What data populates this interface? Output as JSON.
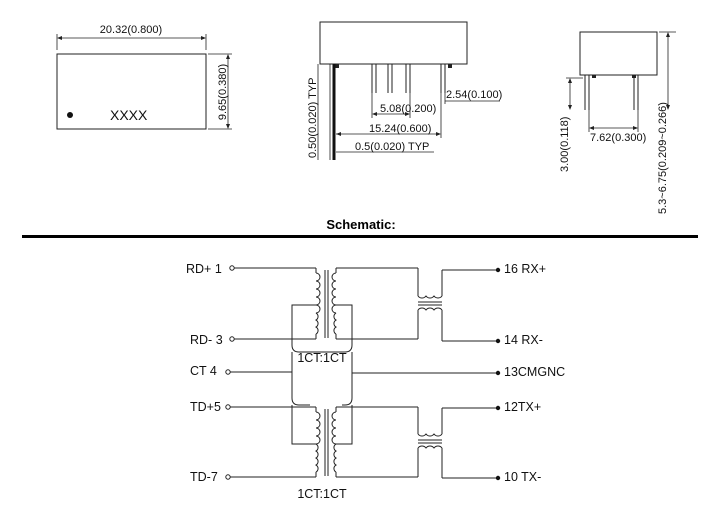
{
  "top_view": {
    "width_dim": "20.32(0.800)",
    "height_dim": "9.65(0.380)",
    "marking": "XXXX"
  },
  "side_view": {
    "dim_pitch": "2.54(0.100)",
    "dim_508": "5.08(0.200)",
    "dim_1524": "15.24(0.600)",
    "dim_pin_thickness": "0.5(0.020) TYP",
    "dim_pin_width_vertical": "0.50(0.020) TYP"
  },
  "end_view": {
    "dim_row_spacing": "7.62(0.300)",
    "dim_pin_length": "3.00(0.118)",
    "dim_height": "5.3~6.75(0.209~0.266)"
  },
  "schematic": {
    "title": "Schematic:",
    "left_pins": {
      "rd_plus": "RD+ 1",
      "rd_minus": "RD- 3",
      "ct": "CT  4",
      "td_plus": "TD+5",
      "td_minus": "TD-7"
    },
    "right_pins": {
      "rx_plus": "16 RX+",
      "rx_minus": "14 RX-",
      "cmgnc": "13CMGNC",
      "tx_plus": "12TX+",
      "tx_minus": "10 TX-"
    },
    "ratio_top": "1CT:1CT",
    "ratio_bottom": "1CT:1CT"
  }
}
